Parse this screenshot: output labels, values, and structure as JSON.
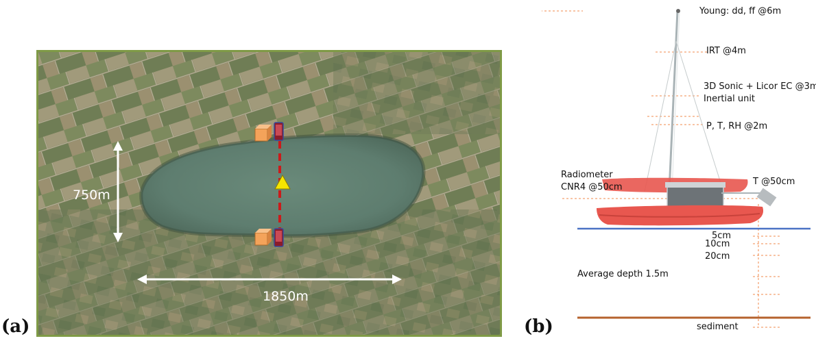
{
  "panel_a": {
    "label": "(a)",
    "width_label": "750m",
    "length_label": "1850m"
  },
  "panel_b": {
    "label": "(b)",
    "sensors": {
      "young": "Young: dd, ff @6m",
      "irt": "IRT @4m",
      "sonic": "3D Sonic + Licor EC @3m",
      "inertial": "Inertial unit",
      "ptrh": "P, T, RH @2m",
      "radiometer_line1": "Radiometer",
      "radiometer_line2": "CNR4 @50cm",
      "t50": "T @50cm"
    },
    "depths": {
      "d5": "5cm",
      "d10": "10cm",
      "d20": "20cm",
      "average": "Average depth 1.5m",
      "sediment": "sediment"
    },
    "colors": {
      "water_line": "#4a72c4",
      "sediment_line": "#b5622d",
      "dash": "#f08a4b",
      "hull": "#e8574f"
    }
  }
}
